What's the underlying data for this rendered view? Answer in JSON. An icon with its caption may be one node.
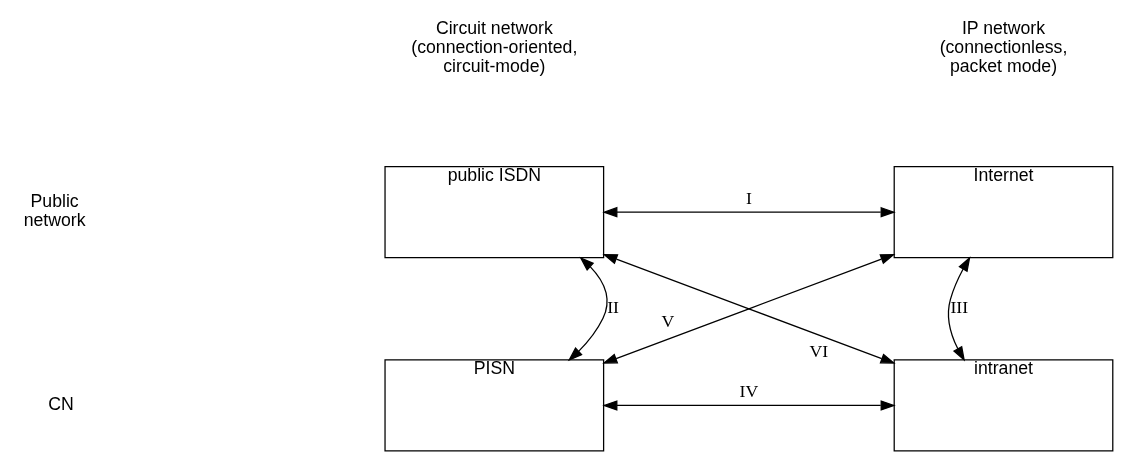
{
  "diagram": {
    "nodes": [
      {
        "text": [
          "public ISDN"
        ]
      },
      {
        "text": [
          "Internet"
        ]
      },
      {
        "text": [
          "PISN"
        ]
      },
      {
        "text": [
          "intranet"
        ]
      }
    ],
    "edges": [
      {
        "from": 0,
        "to": 1,
        "arrow": "both",
        "label": "I"
      },
      {
        "from": 0,
        "to": 2,
        "arrow": "both",
        "label": "II"
      },
      {
        "from": 1,
        "to": 3,
        "arrow": "both",
        "label": "III"
      },
      {
        "from": 2,
        "to": 3,
        "arrow": "both",
        "label": "IV"
      },
      {
        "from": 1,
        "to": 2,
        "arrow": "both",
        "label": "V"
      },
      {
        "from": 0,
        "to": 3,
        "arrow": "both",
        "label": "VI"
      }
    ],
    "labels": [
      "Circuit network (connection-oriented, circuit-mode)",
      "IP network (connectionless, packet mode)",
      "Public network",
      "CN"
    ]
  }
}
